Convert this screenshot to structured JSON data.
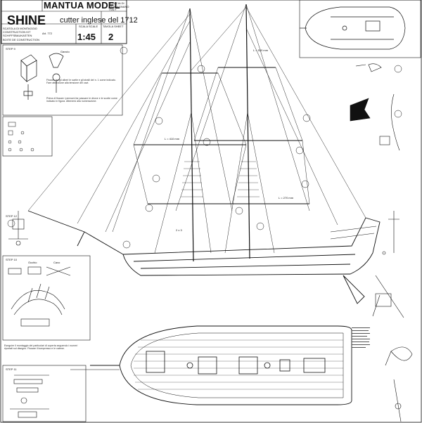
{
  "header": {
    "brand": "MANTUA MODEL",
    "brand_sub": "S. LUCIA DI FRAGAGNANO ITALY",
    "title": "SHINE",
    "subtitle": "cutter inglese del 1712",
    "scale_label": "SCALA SCALE",
    "scale": "1:45",
    "sheet_label": "TAVOLA SHEET",
    "sheet_number": "2",
    "art_no": "Art. 772",
    "info_lines": [
      "SCATOLA DI MONTAGGIO",
      "CONSTRUCTION KIT",
      "SCHIFFSBAUKASTEN",
      "BOITE DE CONSTRUCTION"
    ]
  },
  "instructions": {
    "block_1": "Fissare tra gli alberi le sartie e gli stralli del n. 1 come indicato. Fare attenzione alla tensione dei cavi.",
    "block_2": "Prima di fissare i pennoni far passare le drizze e le scotte come indicato in figura. Attenersi alla numerazione.",
    "block_3": "Eseguire il montaggio dei particolari di coperta seguendo i numeri riportati sul disegno. Fissare il bompresso e le catene."
  },
  "labels": {
    "step_a": "STEP 9",
    "step_b": "STEP 10",
    "step_c": "STEP 11",
    "step_d": "STEP 12",
    "detail_1": "Gancio",
    "detail_2": "Occhio",
    "detail_3": "Cavo",
    "dim_1": "L = 520 mm",
    "dim_2": "L = 410 mm",
    "dim_3": "L = 270 mm",
    "dim_4": "2 x 3"
  }
}
